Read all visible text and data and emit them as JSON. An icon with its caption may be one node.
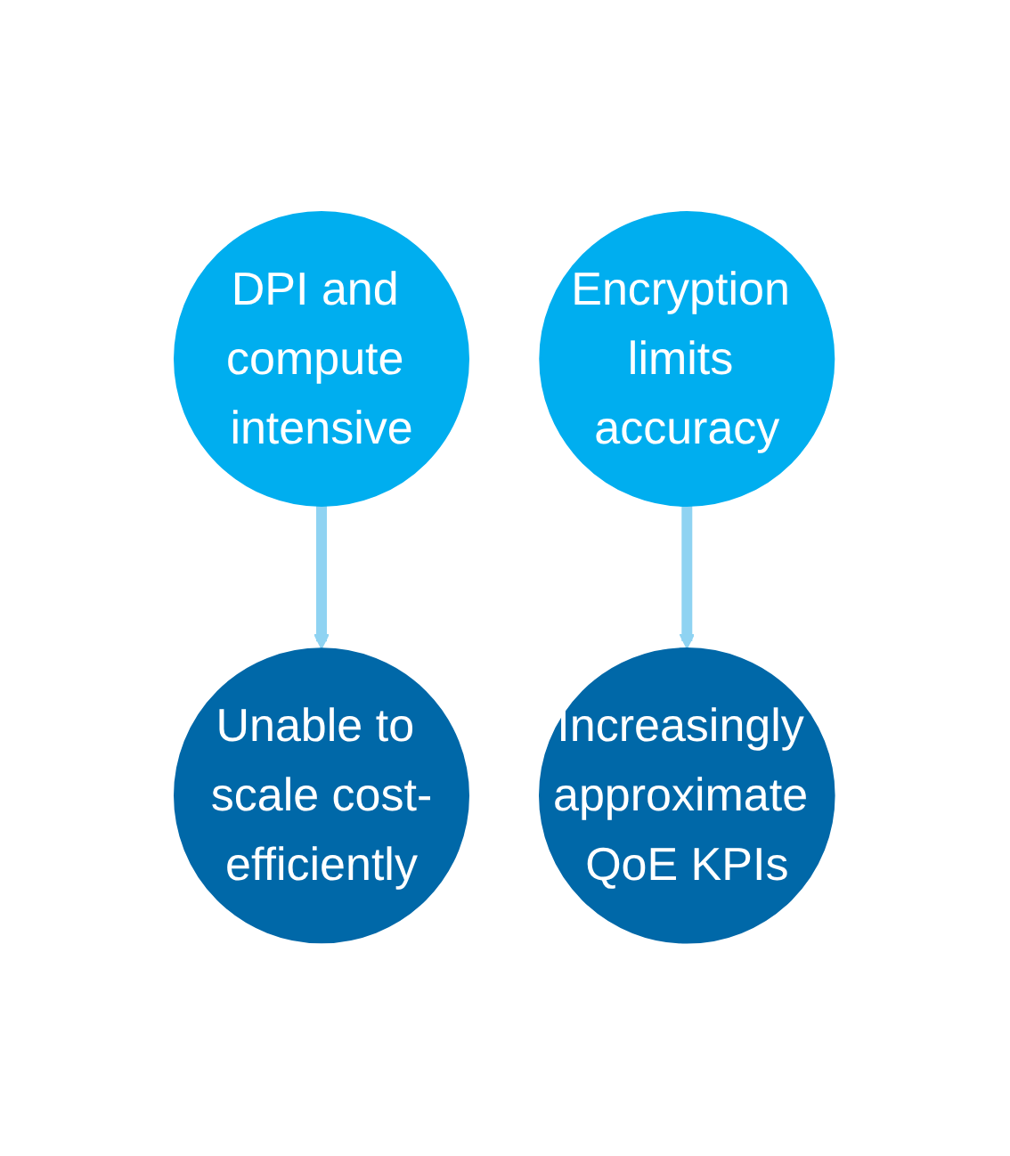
{
  "diagram": {
    "nodes": [
      {
        "text": [
          "DPI and compute intensive"
        ]
      },
      {
        "text": [
          "Encryption limits accuracy"
        ]
      },
      {
        "text": [
          "Unable to scale cost-efficiently"
        ]
      },
      {
        "text": [
          "Increasingly approximate QoE KPIs"
        ]
      }
    ],
    "edges": [
      {
        "from": 0,
        "to": 2,
        "arrow": "to"
      },
      {
        "from": 1,
        "to": 3,
        "arrow": "to"
      }
    ]
  }
}
